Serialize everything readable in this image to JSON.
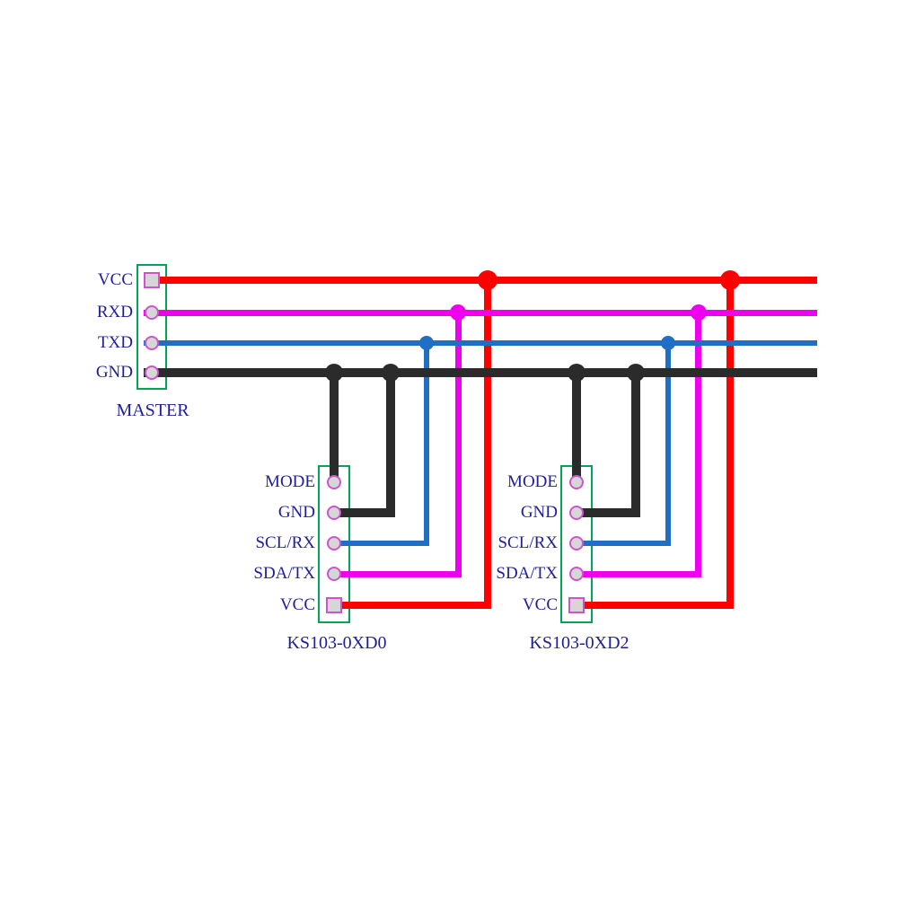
{
  "colors": {
    "vcc": "#ff0000",
    "rxd": "#ee00ee",
    "txd": "#1f6fc5",
    "gnd": "#2b2b2b",
    "connector-outline": "#00a651",
    "pin-outline": "#cc55cc",
    "pin-fill": "#d6d6d6",
    "label-text": "#1f1f9c"
  },
  "master": {
    "label": "MASTER",
    "pins": [
      {
        "name": "VCC",
        "shape": "square"
      },
      {
        "name": "RXD",
        "shape": "circle"
      },
      {
        "name": "TXD",
        "shape": "circle"
      },
      {
        "name": "GND",
        "shape": "circle"
      }
    ]
  },
  "modules": [
    {
      "label": "KS103-0XD0",
      "pins": [
        {
          "name": "MODE",
          "shape": "circle"
        },
        {
          "name": "GND",
          "shape": "circle"
        },
        {
          "name": "SCL/RX",
          "shape": "circle"
        },
        {
          "name": "SDA/TX",
          "shape": "circle"
        },
        {
          "name": "VCC",
          "shape": "square"
        }
      ]
    },
    {
      "label": "KS103-0XD2",
      "pins": [
        {
          "name": "MODE",
          "shape": "circle"
        },
        {
          "name": "GND",
          "shape": "circle"
        },
        {
          "name": "SCL/RX",
          "shape": "circle"
        },
        {
          "name": "SDA/TX",
          "shape": "circle"
        },
        {
          "name": "VCC",
          "shape": "square"
        }
      ]
    }
  ],
  "nets": [
    {
      "name": "VCC",
      "color_key": "vcc",
      "connects": [
        "MASTER.VCC",
        "KS103-0XD0.VCC",
        "KS103-0XD2.VCC"
      ]
    },
    {
      "name": "RXD",
      "color_key": "rxd",
      "connects": [
        "MASTER.RXD",
        "KS103-0XD0.SDA/TX",
        "KS103-0XD2.SDA/TX"
      ]
    },
    {
      "name": "TXD",
      "color_key": "txd",
      "connects": [
        "MASTER.TXD",
        "KS103-0XD0.SCL/RX",
        "KS103-0XD2.SCL/RX"
      ]
    },
    {
      "name": "GND",
      "color_key": "gnd",
      "connects": [
        "MASTER.GND",
        "KS103-0XD0.MODE",
        "KS103-0XD0.GND",
        "KS103-0XD2.MODE",
        "KS103-0XD2.GND"
      ]
    }
  ]
}
